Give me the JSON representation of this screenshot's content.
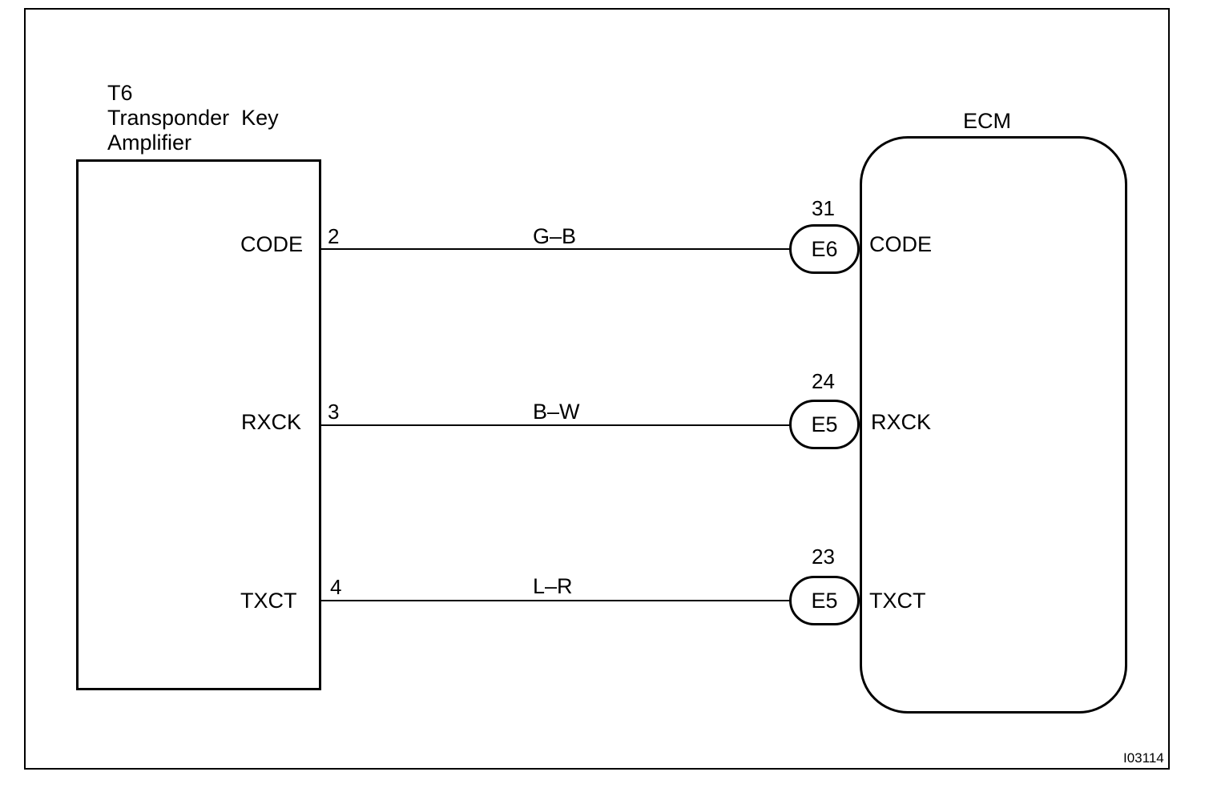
{
  "amplifier": {
    "id": "T6",
    "name_line1": "Transponder  Key",
    "name_line2": "Amplifier",
    "pins": [
      {
        "terminal": "CODE",
        "number": "2"
      },
      {
        "terminal": "RXCK",
        "number": "3"
      },
      {
        "terminal": "TXCT",
        "number": "4"
      }
    ]
  },
  "wires": [
    {
      "color": "G–B"
    },
    {
      "color": "B–W"
    },
    {
      "color": "L–R"
    }
  ],
  "ecm": {
    "name": "ECM",
    "pins": [
      {
        "terminal": "CODE",
        "number": "31",
        "connector": "E6"
      },
      {
        "terminal": "RXCK",
        "number": "24",
        "connector": "E5"
      },
      {
        "terminal": "TXCT",
        "number": "23",
        "connector": "E5"
      }
    ]
  },
  "figure_code": "I03114"
}
